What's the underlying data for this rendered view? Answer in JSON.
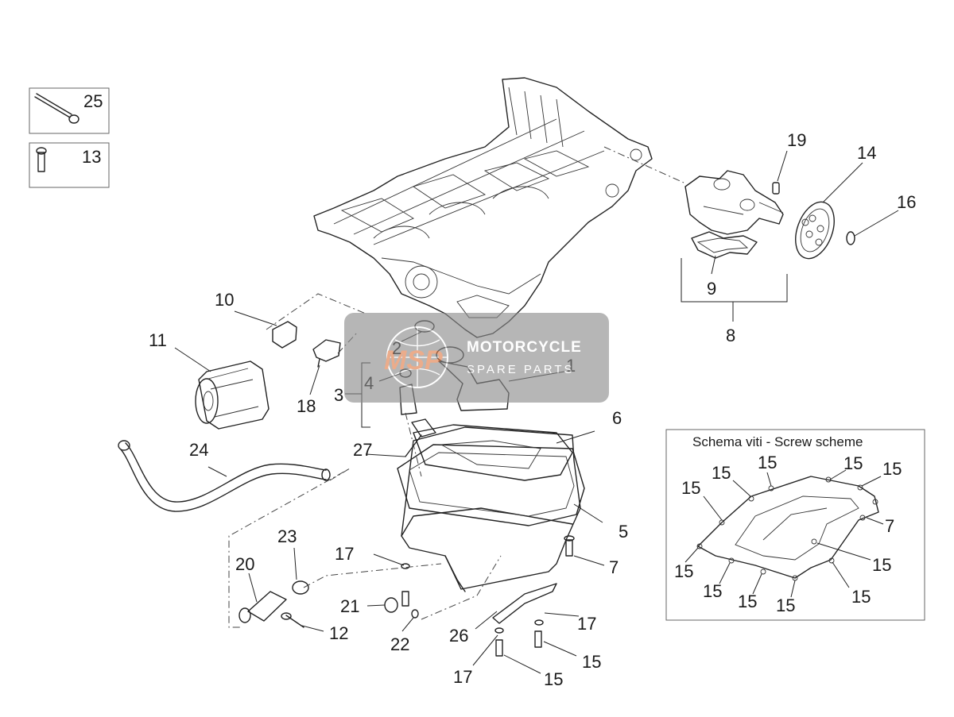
{
  "callouts": {
    "n1": "1",
    "n2": "2",
    "n3": "3",
    "n4": "4",
    "n5": "5",
    "n6": "6",
    "n7": "7",
    "n8": "8",
    "n9": "9",
    "n10": "10",
    "n11": "11",
    "n12": "12",
    "n13": "13",
    "n14": "14",
    "n15": "15",
    "n16": "16",
    "n17": "17",
    "n18": "18",
    "n19": "19",
    "n20": "20",
    "n21": "21",
    "n22": "22",
    "n23": "23",
    "n24": "24",
    "n25": "25",
    "n26": "26",
    "n27": "27"
  },
  "screw_scheme": {
    "title": "Schema viti - Screw scheme",
    "label_15": "15",
    "label_7": "7"
  },
  "watermark": {
    "logo": "MSP",
    "line1": "MOTORCYCLE",
    "line2": "SPARE PARTS"
  }
}
